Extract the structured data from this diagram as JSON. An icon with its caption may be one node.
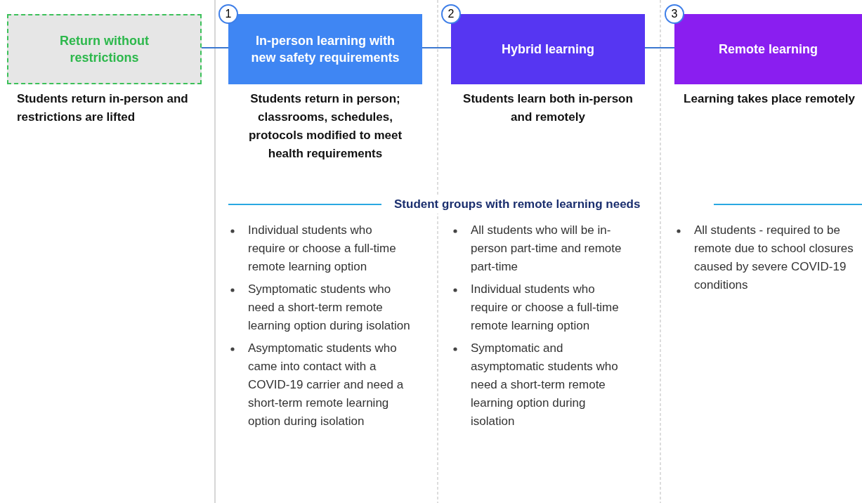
{
  "diagram": {
    "nodes": [
      {
        "text": [
          "Return without restrictions"
        ],
        "beside": [
          "Students return in-person and restrictions are lifted"
        ]
      },
      {
        "text": [
          "1"
        ]
      },
      {
        "text": [
          "In-person learning with new safety requirements"
        ],
        "beside": [
          "Students return in person; classrooms, schedules, protocols modified to meet health requirements"
        ]
      },
      {
        "text": [
          "2"
        ]
      },
      {
        "text": [
          "Hybrid learning"
        ],
        "beside": [
          "Students learn both in-person and remotely"
        ]
      },
      {
        "text": [
          "3"
        ]
      },
      {
        "text": [
          "Remote learning"
        ],
        "beside": [
          "Learning takes place remotely"
        ]
      }
    ],
    "edges": [
      {
        "from": 0,
        "to": 2,
        "arrow": "none"
      },
      {
        "from": 2,
        "to": 4,
        "arrow": "none"
      },
      {
        "from": 4,
        "to": 6,
        "arrow": "none"
      }
    ],
    "labels": [
      "Student groups with remote learning needs",
      "Individual students who require or choose a full-time remote learning option",
      "Symptomatic students who need a short-term remote learning option during isolation",
      "Asymptomatic students who came into contact with a COVID-19 carrier and need a short-term remote learning option during isolation",
      "All students who will be in-person part-time and remote part-time",
      "Individual students who require or choose a full-time remote learning option",
      "Symptomatic and asymptomatic students who need a short-term remote learning option during isolation",
      "All students - required to be remote due to school closures caused by severe COVID-19 conditions"
    ]
  }
}
